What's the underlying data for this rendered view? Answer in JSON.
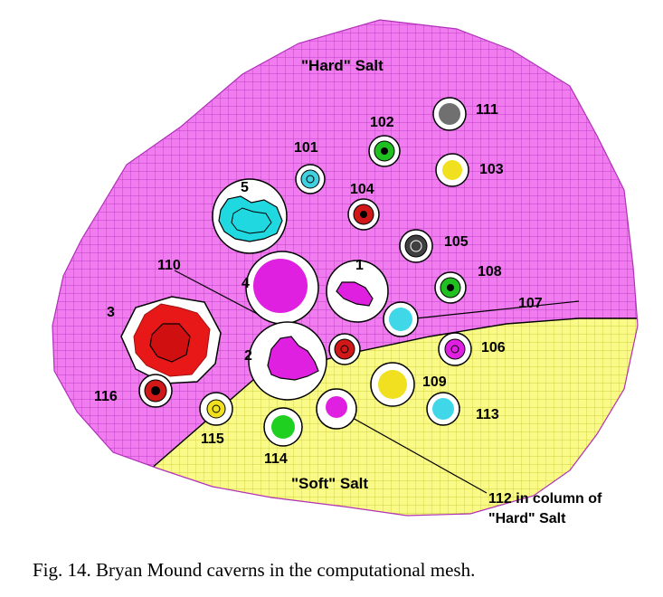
{
  "figure": {
    "caption": "Fig. 14. Bryan Mound caverns in the computational mesh.",
    "region_labels": {
      "hard_salt": "\"Hard\" Salt",
      "soft_salt": "\"Soft\" Salt"
    },
    "annotation_112": {
      "line1": "112 in column of",
      "line2": "\"Hard\" Salt"
    },
    "colors": {
      "hard_salt_fill": "#f07cf0",
      "hard_salt_mesh": "#c040c8",
      "soft_salt_fill": "#fafa88",
      "soft_salt_mesh": "#d0d040"
    }
  },
  "caverns": [
    {
      "id": "1",
      "label": "1",
      "color": "#e020e0",
      "style": "blob"
    },
    {
      "id": "2",
      "label": "2",
      "color": "#e020e0",
      "style": "blob"
    },
    {
      "id": "3",
      "label": "3",
      "color": "#e81818",
      "style": "blob"
    },
    {
      "id": "4",
      "label": "4",
      "color": "#e020e0",
      "style": "solid"
    },
    {
      "id": "5",
      "label": "5",
      "color": "#20d8e0",
      "style": "blob"
    },
    {
      "id": "101",
      "label": "101",
      "color": "#40d0e0",
      "style": "ring"
    },
    {
      "id": "102",
      "label": "102",
      "color": "#20c020",
      "style": "ring"
    },
    {
      "id": "103",
      "label": "103",
      "color": "#f0e020",
      "style": "solid"
    },
    {
      "id": "104",
      "label": "104",
      "color": "#d01818",
      "style": "ring"
    },
    {
      "id": "105",
      "label": "105",
      "color": "#404040",
      "style": "ring"
    },
    {
      "id": "106",
      "label": "106",
      "color": "#e020e0",
      "style": "ring"
    },
    {
      "id": "107",
      "label": "107",
      "color": "#40d8e8",
      "style": "solid"
    },
    {
      "id": "108",
      "label": "108",
      "color": "#20c020",
      "style": "ring"
    },
    {
      "id": "109",
      "label": "109",
      "color": "#f0e020",
      "style": "solid"
    },
    {
      "id": "110",
      "label": "110",
      "color": "#d01818",
      "style": "ring"
    },
    {
      "id": "111",
      "label": "111",
      "color": "#707070",
      "style": "solid"
    },
    {
      "id": "112",
      "label": "",
      "color": "#e020e0",
      "style": "solid"
    },
    {
      "id": "113",
      "label": "113",
      "color": "#40d8e8",
      "style": "solid"
    },
    {
      "id": "114",
      "label": "114",
      "color": "#20d020",
      "style": "solid"
    },
    {
      "id": "115",
      "label": "115",
      "color": "#f0e020",
      "style": "ring"
    },
    {
      "id": "116",
      "label": "116",
      "color": "#d01818",
      "style": "ring"
    }
  ]
}
